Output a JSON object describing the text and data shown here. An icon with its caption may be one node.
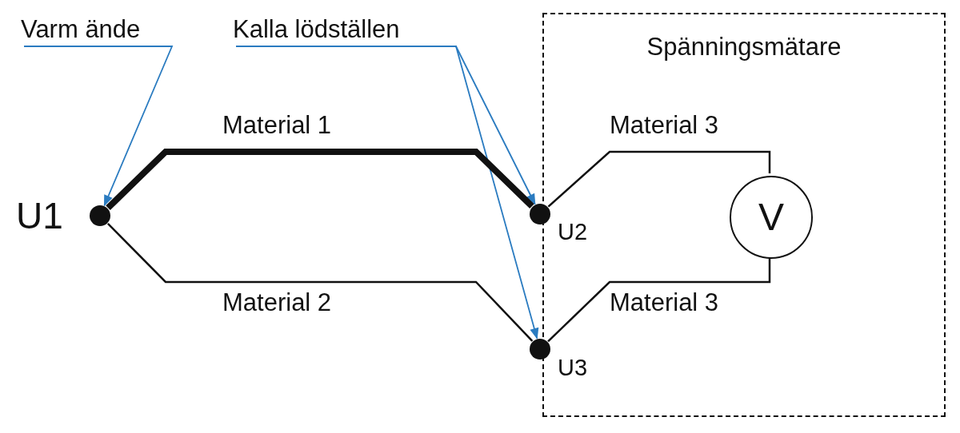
{
  "diagram": {
    "nodes": [
      {
        "text": [
          "Varm ände"
        ]
      },
      {
        "text": [
          "Kalla lödställen"
        ]
      },
      {
        "text": [
          "Spänningsmätare"
        ]
      },
      {
        "text": [],
        "shape": "circle",
        "beside": [
          "U1"
        ]
      },
      {
        "text": [],
        "shape": "circle",
        "beside": [
          "U2"
        ]
      },
      {
        "text": [],
        "shape": "circle",
        "beside": [
          "U3"
        ]
      },
      {
        "text": [
          "V"
        ],
        "in": 2
      }
    ],
    "edges": [
      {
        "from": 0,
        "to": 3,
        "arrow": "to",
        "color": "#2a7bc0"
      },
      {
        "from": 1,
        "to": 4,
        "arrow": "to",
        "color": "#2a7bc0"
      },
      {
        "from": 1,
        "to": 5,
        "arrow": "to",
        "color": "#2a7bc0"
      },
      {
        "from": 3,
        "to": 4,
        "arrow": "none",
        "label": "Material 1",
        "style": "thick"
      },
      {
        "from": 3,
        "to": 5,
        "arrow": "none",
        "label": "Material 2"
      },
      {
        "from": 4,
        "to": 6,
        "arrow": "none",
        "label": "Material 3"
      },
      {
        "from": 5,
        "to": 6,
        "arrow": "none",
        "label": "Material 3"
      }
    ]
  }
}
